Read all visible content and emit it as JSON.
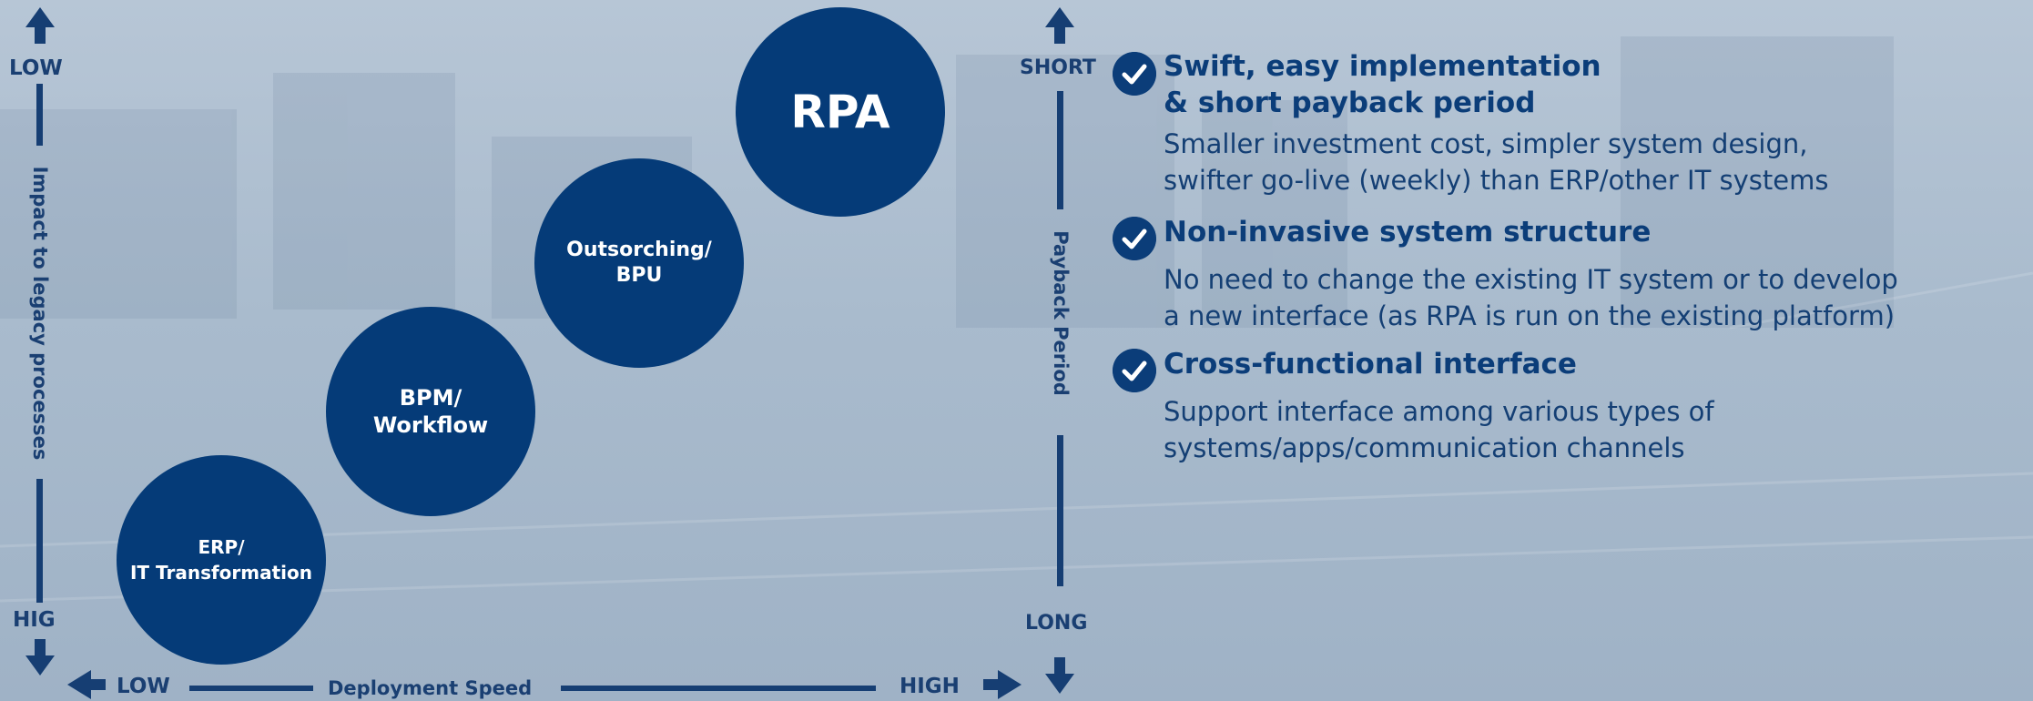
{
  "colors": {
    "primary": "#053b78",
    "axis": "#163e73",
    "text": "#143f74"
  },
  "left_axis": {
    "top_label": "LOW",
    "bottom_label": "HIG",
    "title": "Impact to legacy processes"
  },
  "bottom_axis": {
    "left_label": "LOW",
    "right_label": "HIGH",
    "title": "Deployment Speed"
  },
  "payback_axis": {
    "top_label": "SHORT",
    "bottom_label": "LONG",
    "title": "Payback Period"
  },
  "bubbles": [
    {
      "lines": [
        "ERP/",
        "IT Transformation"
      ]
    },
    {
      "lines": [
        "BPM/",
        "Workflow"
      ]
    },
    {
      "lines": [
        "Outsorching/",
        "BPU"
      ]
    },
    {
      "lines": [
        "RPA"
      ]
    }
  ],
  "features": [
    {
      "icon": "check-circle-icon",
      "title_lines": [
        "Swift, easy implementation",
        "& short payback period"
      ],
      "desc_lines": [
        "Smaller investment cost, simpler system design,",
        "swifter go-live (weekly) than ERP/other IT systems"
      ]
    },
    {
      "icon": "check-circle-icon",
      "title_lines": [
        "Non-invasive system structure"
      ],
      "desc_lines": [
        "No need to change the existing IT system or to develop",
        "a new interface (as RPA is run on the existing platform)"
      ]
    },
    {
      "icon": "check-circle-icon",
      "title_lines": [
        "Cross-functional interface"
      ],
      "desc_lines": [
        "Support interface among various types of",
        "systems/apps/communication channels"
      ]
    }
  ]
}
